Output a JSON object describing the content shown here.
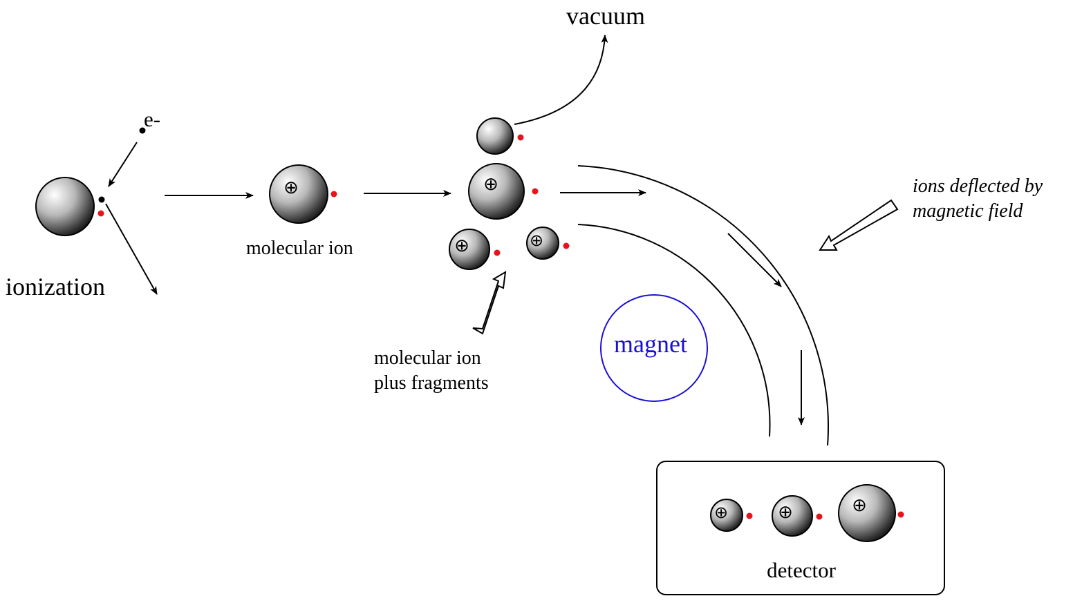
{
  "labels": {
    "ionization": "ionization",
    "electron": "e-",
    "molecular_ion": "molecular ion",
    "vacuum": "vacuum",
    "fragments_line1": "molecular ion",
    "fragments_line2": "plus fragments",
    "magnet": "magnet",
    "deflected_line1": "ions deflected by",
    "deflected_line2": "magnetic field",
    "detector": "detector"
  },
  "ion_charge_symbol": "⊕",
  "colors": {
    "radical_dot": "#e8141c",
    "magnet": "#1a0fd6",
    "stroke": "#000000"
  }
}
